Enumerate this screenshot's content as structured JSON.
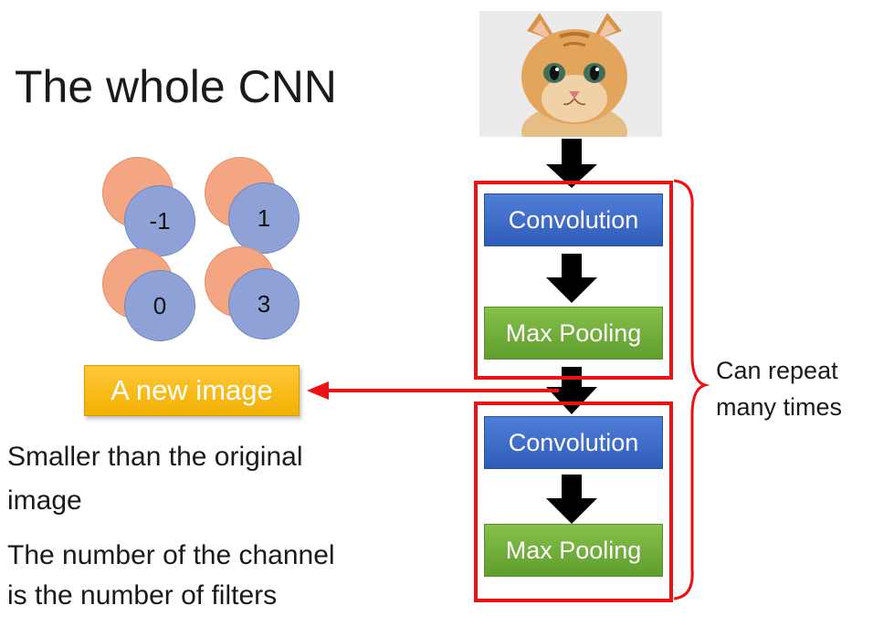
{
  "title": "The whole CNN",
  "feature_map": {
    "values": [
      "-1",
      "1",
      "0",
      "3"
    ]
  },
  "new_image_label": "A new image",
  "notes": {
    "line1": "Smaller than the original",
    "line2": "image",
    "line3": "The number of the channel",
    "line4": "is the number of filters"
  },
  "pipeline": {
    "block1": "Convolution",
    "block2": "Max Pooling",
    "block3": "Convolution",
    "block4": "Max Pooling"
  },
  "repeat_note": {
    "line1": "Can repeat",
    "line2": "many times"
  },
  "colors": {
    "accent_red": "#ee1111",
    "convolution": "#3a67c6",
    "max_pooling": "#70ad3a",
    "new_image": "#f5b800"
  },
  "image": {
    "subject": "cat-photo"
  }
}
